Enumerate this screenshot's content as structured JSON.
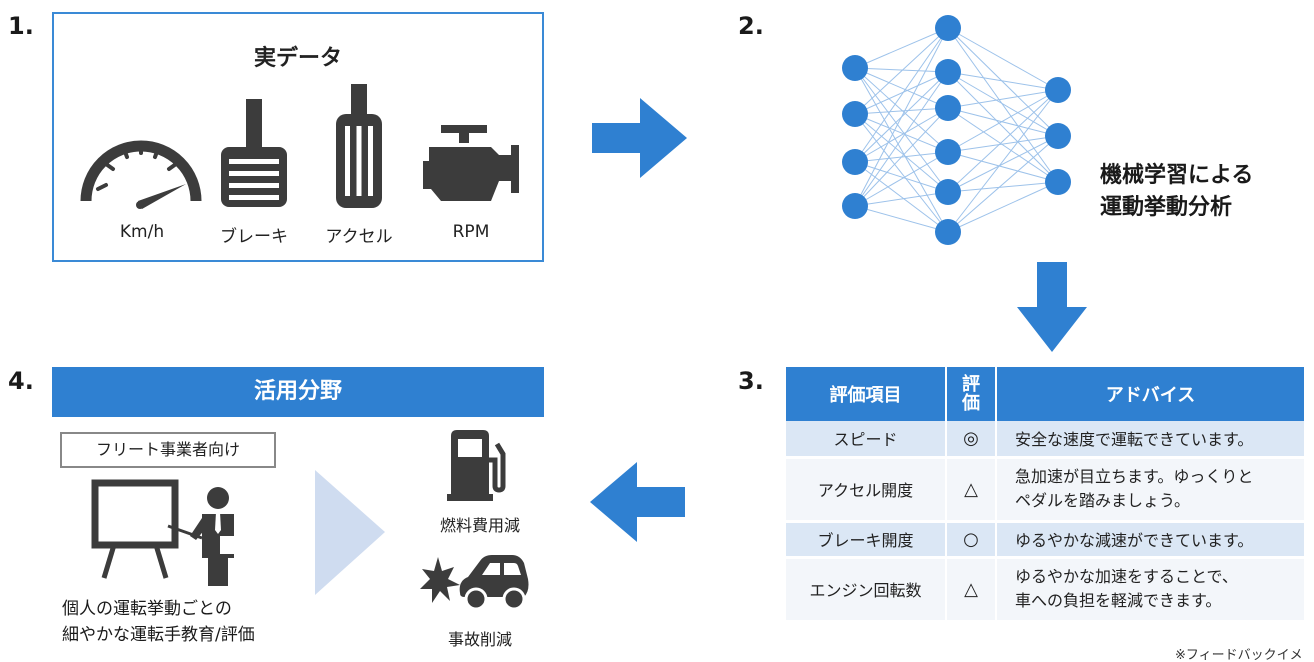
{
  "steps": {
    "s1": "1.",
    "s2": "2.",
    "s3": "3.",
    "s4": "4."
  },
  "box1": {
    "title": "実データ",
    "icons": [
      {
        "label": "Km/h",
        "icon": "speedometer-icon"
      },
      {
        "label": "ブレーキ",
        "icon": "brake-pedal-icon"
      },
      {
        "label": "アクセル",
        "icon": "accelerator-pedal-icon"
      },
      {
        "label": "RPM",
        "icon": "engine-icon"
      }
    ]
  },
  "ml": {
    "line1": "機械学習による",
    "line2": "運動挙動分析"
  },
  "table": {
    "headers": {
      "item": "評価項目",
      "rating_line1": "評",
      "rating_line2": "価",
      "advice": "アドバイス"
    },
    "rows": [
      {
        "item": "スピード",
        "rating": "◎",
        "advice_line1": "安全な速度で運転できています。",
        "advice_line2": ""
      },
      {
        "item": "アクセル開度",
        "rating": "△",
        "advice_line1": "急加速が目立ちます。ゆっくりと",
        "advice_line2": "ペダルを踏みましょう。"
      },
      {
        "item": "ブレーキ開度",
        "rating": "○",
        "advice_line1": "ゆるやかな減速ができています。",
        "advice_line2": ""
      },
      {
        "item": "エンジン回転数",
        "rating": "△",
        "advice_line1": "ゆるやかな加速をすることで、",
        "advice_line2": "車への負担を軽減できます。"
      }
    ]
  },
  "usage": {
    "header": "活用分野",
    "fleet": "フリート事業者向け",
    "caption_line1": "個人の運転挙動ごとの",
    "caption_line2": "細やかな運転手教育/評価",
    "fuel": "燃料費用減",
    "accident": "事故削減"
  },
  "note": "※フィードバックイメージ",
  "colors": {
    "accent": "#2f80d1",
    "node": "#2f80d1",
    "icon": "#3c3c3c",
    "light_row": "#dbe7f5",
    "chevron": "#cfdcf0"
  }
}
